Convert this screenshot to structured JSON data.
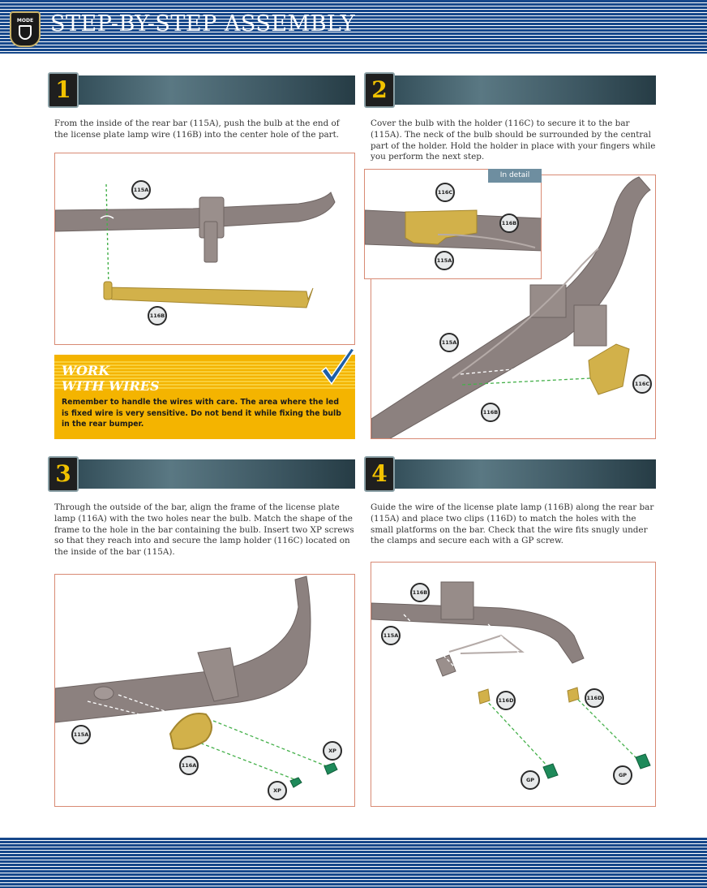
{
  "header": {
    "badge_text": "MODE",
    "title": "STEP-BY-STEP ASSEMBLY"
  },
  "steps": [
    {
      "number": "1",
      "text": "From the inside of the rear bar (115A), push the bulb at the end of the license plate lamp wire (116B) into the center hole of the part.",
      "callouts": [
        "115A",
        "116B"
      ]
    },
    {
      "number": "2",
      "text": "Cover the bulb with the holder (116C) to secure it to the bar (115A). The neck of the bulb should be surrounded by the central part of the holder. Hold the holder in place with your fingers while you perform the next step.",
      "detail_label": "In detail",
      "detail_callouts": [
        "116C",
        "116B",
        "115A"
      ],
      "callouts": [
        "115A",
        "116C",
        "116B"
      ]
    },
    {
      "number": "3",
      "text": "Through the outside of the bar, align the frame of the license plate lamp (116A) with the two holes near the bulb. Match the shape of the frame to the hole in the bar containing the bulb. Insert two XP screws so that they reach into and secure the lamp holder (116C) located on the inside of the bar (115A).",
      "callouts": [
        "115A",
        "116A",
        "XP",
        "XP"
      ]
    },
    {
      "number": "4",
      "text": "Guide the wire of the license plate lamp (116B) along the rear bar (115A) and place two clips (116D) to match the holes with the small platforms on the bar. Check that the wire fits snugly under the clamps and secure each with a GP screw.",
      "callouts": [
        "116B",
        "115A",
        "116D",
        "116D",
        "GP",
        "GP"
      ]
    }
  ],
  "warning": {
    "title_line1": "WORK",
    "title_line2": "WITH WIRES",
    "body": "Remember to handle the wires with care. The area where the led is fixed wire is very sensitive. Do not bend it while fixing the bulb in the rear bumper."
  },
  "colors": {
    "header_blue": "#16478a",
    "step_number_yellow": "#f2c200",
    "warning_yellow": "#f4b400",
    "frame_border": "#d88a74",
    "part_grey": "#8c817f",
    "part_gold": "#d2b14a",
    "screw_green": "#1e8a5a",
    "guide_green": "#44b04a"
  }
}
